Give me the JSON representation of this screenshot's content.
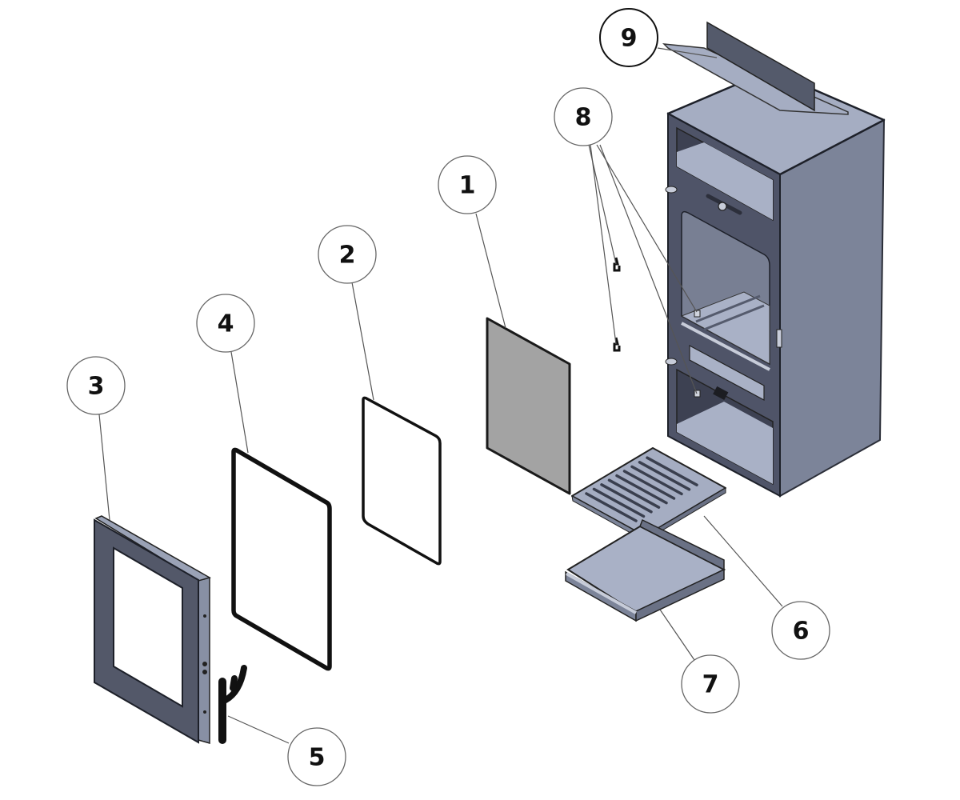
{
  "diagram": {
    "type": "exploded-parts-view",
    "subject": "wood-burning stove",
    "colors": {
      "body_side": "#7c8499",
      "body_top": "#a5adc2",
      "front_panel": "#4f5468",
      "interior_light": "#a9b1c6",
      "glass": "#a3a3a3",
      "seal": "#111111",
      "leader_line": "#555555",
      "callout_border": "#666666"
    },
    "callouts": [
      {
        "id": "1",
        "label": "1",
        "part": "door-glass"
      },
      {
        "id": "2",
        "label": "2",
        "part": "glass-seal"
      },
      {
        "id": "3",
        "label": "3",
        "part": "door-frame"
      },
      {
        "id": "4",
        "label": "4",
        "part": "door-gasket"
      },
      {
        "id": "5",
        "label": "5",
        "part": "door-handle"
      },
      {
        "id": "6",
        "label": "6",
        "part": "grate"
      },
      {
        "id": "7",
        "label": "7",
        "part": "ash-pan"
      },
      {
        "id": "8",
        "label": "8",
        "part": "hinge-pins"
      },
      {
        "id": "9",
        "label": "9",
        "part": "baffle-plate"
      }
    ]
  }
}
